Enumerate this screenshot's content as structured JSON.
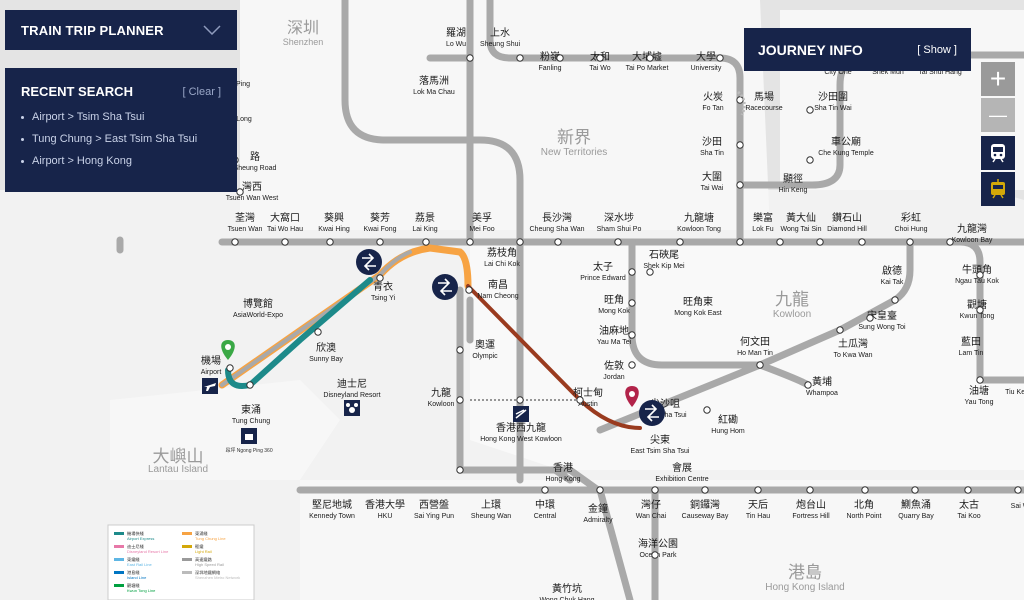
{
  "planner": {
    "title": "TRAIN TRIP PLANNER"
  },
  "recent": {
    "title": "RECENT SEARCH",
    "clear_label": "[ Clear ]",
    "items": [
      {
        "label": "Airport > Tsim Sha Tsui"
      },
      {
        "label": "Tung Chung > East Tsim Sha Tsui"
      },
      {
        "label": "Airport > Hong Kong"
      }
    ]
  },
  "journey": {
    "title": "JOURNEY INFO",
    "show_label": "[ Show ]"
  },
  "controls": {
    "zoom_in": "+",
    "zoom_out": "—"
  },
  "colors": {
    "panel": "#17244a",
    "grey_line": "#a9a9a9",
    "airport": "#1d8a8a",
    "tung_chung": "#f7a343",
    "tuen_ma": "#9a3b1f",
    "pin": "#3aa845"
  },
  "icons": [
    "chevron-down-icon",
    "interchange-icon",
    "airport-plane-icon",
    "ngong-ping-cable-car-icon",
    "disney-icon",
    "train-icon",
    "light-rail-icon",
    "high-speed-rail-icon",
    "location-pin-icon"
  ],
  "regions": [
    {
      "zh": "深圳",
      "en": "Shenzhen"
    },
    {
      "zh": "新界",
      "en": "New Territories"
    },
    {
      "zh": "九龍",
      "en": "Kowloon"
    },
    {
      "zh": "大嶼山",
      "en": "Lantau Island"
    },
    {
      "zh": "港島",
      "en": "Hong Kong Island"
    }
  ],
  "stations": [
    {
      "zh": "羅湖",
      "en": "Lo Wu"
    },
    {
      "zh": "上水",
      "en": "Sheung Shui"
    },
    {
      "zh": "粉嶺",
      "en": "Fanling"
    },
    {
      "zh": "太和",
      "en": "Tai Wo"
    },
    {
      "zh": "大埔墟",
      "en": "Tai Po Market"
    },
    {
      "zh": "大學",
      "en": "University"
    },
    {
      "zh": "落馬洲",
      "en": "Lok Ma Chau"
    },
    {
      "zh": "火炭",
      "en": "Fo Tan"
    },
    {
      "zh": "馬場",
      "en": "Racecourse"
    },
    {
      "zh": "沙田",
      "en": "Sha Tin"
    },
    {
      "zh": "大圍",
      "en": "Tai Wai"
    },
    {
      "zh": "沙田圍",
      "en": "Sha Tin Wai"
    },
    {
      "zh": "車公廟",
      "en": "Che Kung Temple"
    },
    {
      "zh": "顯徑",
      "en": "Hin Keng"
    },
    {
      "zh": "",
      "en": "City One"
    },
    {
      "zh": "",
      "en": "Shek Mun"
    },
    {
      "zh": "",
      "en": "Tai Shui Hang"
    },
    {
      "zh": "",
      "en": "Ping"
    },
    {
      "zh": "",
      "en": "Long"
    },
    {
      "zh": "路",
      "en": "Sheung Road"
    },
    {
      "zh": "灣西",
      "en": "Tsuen Wan West"
    },
    {
      "zh": "荃灣",
      "en": "Tsuen Wan"
    },
    {
      "zh": "大窩口",
      "en": "Tai Wo Hau"
    },
    {
      "zh": "葵興",
      "en": "Kwai Hing"
    },
    {
      "zh": "葵芳",
      "en": "Kwai Fong"
    },
    {
      "zh": "荔景",
      "en": "Lai King"
    },
    {
      "zh": "美孚",
      "en": "Mei Foo"
    },
    {
      "zh": "荔枝角",
      "en": "Lai Chi Kok"
    },
    {
      "zh": "長沙灣",
      "en": "Cheung Sha Wan"
    },
    {
      "zh": "深水埗",
      "en": "Sham Shui Po"
    },
    {
      "zh": "九龍塘",
      "en": "Kowloon Tong"
    },
    {
      "zh": "樂富",
      "en": "Lok Fu"
    },
    {
      "zh": "黃大仙",
      "en": "Wong Tai Sin"
    },
    {
      "zh": "鑽石山",
      "en": "Diamond Hill"
    },
    {
      "zh": "彩虹",
      "en": "Choi Hung"
    },
    {
      "zh": "九龍灣",
      "en": "Kowloon Bay"
    },
    {
      "zh": "牛頭角",
      "en": "Ngau Tau Kok"
    },
    {
      "zh": "觀塘",
      "en": "Kwun Tong"
    },
    {
      "zh": "藍田",
      "en": "Lam Tin"
    },
    {
      "zh": "油塘",
      "en": "Yau Tong"
    },
    {
      "zh": "",
      "en": "Tiu Keng"
    },
    {
      "zh": "石硤尾",
      "en": "Shek Kip Mei"
    },
    {
      "zh": "太子",
      "en": "Prince Edward"
    },
    {
      "zh": "旺角",
      "en": "Mong Kok"
    },
    {
      "zh": "旺角東",
      "en": "Mong Kok East"
    },
    {
      "zh": "油麻地",
      "en": "Yau Ma Tei"
    },
    {
      "zh": "佐敦",
      "en": "Jordan"
    },
    {
      "zh": "尖沙咀",
      "en": "Tsim Sha Tsui"
    },
    {
      "zh": "尖東",
      "en": "East Tsim Sha Tsui"
    },
    {
      "zh": "紅磡",
      "en": "Hung Hom"
    },
    {
      "zh": "何文田",
      "en": "Ho Man Tin"
    },
    {
      "zh": "土瓜灣",
      "en": "To Kwa Wan"
    },
    {
      "zh": "宋皇臺",
      "en": "Sung Wong Toi"
    },
    {
      "zh": "啟德",
      "en": "Kai Tak"
    },
    {
      "zh": "黃埔",
      "en": "Whampoa"
    },
    {
      "zh": "青衣",
      "en": "Tsing Yi"
    },
    {
      "zh": "南昌",
      "en": "Nam Cheong"
    },
    {
      "zh": "奧運",
      "en": "Olympic"
    },
    {
      "zh": "九龍",
      "en": "Kowloon"
    },
    {
      "zh": "柯士甸",
      "en": "Austin"
    },
    {
      "zh": "香港西九龍",
      "en": "Hong Kong West Kowloon"
    },
    {
      "zh": "博覽館",
      "en": "AsiaWorld-Expo"
    },
    {
      "zh": "機場",
      "en": "Airport"
    },
    {
      "zh": "欣澳",
      "en": "Sunny Bay"
    },
    {
      "zh": "迪士尼",
      "en": "Disneyland Resort"
    },
    {
      "zh": "東涌",
      "en": "Tung Chung"
    },
    {
      "zh": "",
      "en": "昂坪 Ngong Ping 360"
    },
    {
      "zh": "香港",
      "en": "Hong Kong"
    },
    {
      "zh": "會展",
      "en": "Exhibition Centre"
    },
    {
      "zh": "堅尼地城",
      "en": "Kennedy Town"
    },
    {
      "zh": "香港大學",
      "en": "HKU"
    },
    {
      "zh": "西營盤",
      "en": "Sai Ying Pun"
    },
    {
      "zh": "上環",
      "en": "Sheung Wan"
    },
    {
      "zh": "中環",
      "en": "Central"
    },
    {
      "zh": "金鐘",
      "en": "Admiralty"
    },
    {
      "zh": "灣仔",
      "en": "Wan Chai"
    },
    {
      "zh": "銅鑼灣",
      "en": "Causeway Bay"
    },
    {
      "zh": "天后",
      "en": "Tin Hau"
    },
    {
      "zh": "炮台山",
      "en": "Fortress Hill"
    },
    {
      "zh": "北角",
      "en": "North Point"
    },
    {
      "zh": "鰂魚涌",
      "en": "Quarry Bay"
    },
    {
      "zh": "太古",
      "en": "Tai Koo"
    },
    {
      "zh": "",
      "en": "Sai W"
    },
    {
      "zh": "海洋公園",
      "en": "Ocean Park"
    },
    {
      "zh": "黃竹坑",
      "en": "Wong Chuk Hang"
    }
  ],
  "legend": {
    "items": [
      {
        "zh": "機場快綫",
        "en": "Airport Express",
        "color": "#1d8a8a"
      },
      {
        "zh": "東涌綫",
        "en": "Tung Chung Line",
        "color": "#f7a343"
      },
      {
        "zh": "迪士尼綫",
        "en": "Disneyland Resort Line",
        "color": "#e778a8"
      },
      {
        "zh": "輕鐵",
        "en": "Light Rail",
        "color": "#d3a809"
      },
      {
        "zh": "東鐵綫",
        "en": "East Rail Line",
        "color": "#5eb6e4"
      },
      {
        "zh": "高速鐵路",
        "en": "High Speed Rail",
        "color": "#9a9a9a"
      },
      {
        "zh": "港島綫",
        "en": "Island Line",
        "color": "#0075c2"
      },
      {
        "zh": "深圳地鐵網絡",
        "en": "Shenzhen Metro Network",
        "color": "#bbbbbb"
      },
      {
        "zh": "觀塘綫",
        "en": "Kwun Tong Line",
        "color": "#00a040"
      }
    ]
  }
}
